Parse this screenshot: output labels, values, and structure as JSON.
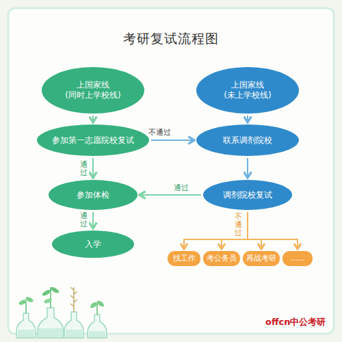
{
  "diagram": {
    "title": "考研复试流程图",
    "nodes": [
      {
        "text": [
          "上国家线",
          "(同时上学校线)"
        ]
      },
      {
        "text": [
          "上国家线",
          "(未上学校线)"
        ]
      },
      {
        "text": [
          "参加第一志愿院校复试"
        ]
      },
      {
        "text": [
          "联系调剂院校"
        ]
      },
      {
        "text": [
          "参加体检"
        ]
      },
      {
        "text": [
          "调剂院校复试"
        ]
      },
      {
        "text": [
          "入学"
        ]
      },
      {
        "text": [
          "找工作"
        ]
      },
      {
        "text": [
          "考公务员"
        ]
      },
      {
        "text": [
          "再战考研"
        ]
      },
      {
        "text": [
          "......"
        ]
      }
    ],
    "edges": [
      {
        "from": 0,
        "to": 2,
        "arrow": "to"
      },
      {
        "from": 2,
        "to": 3,
        "label": "不通过",
        "arrow": "to"
      },
      {
        "from": 1,
        "to": 3,
        "arrow": "to"
      },
      {
        "from": 3,
        "to": 5,
        "arrow": "to"
      },
      {
        "from": 2,
        "to": 4,
        "label": "通过",
        "arrow": "to"
      },
      {
        "from": 5,
        "to": 4,
        "label": "通过",
        "arrow": "to"
      },
      {
        "from": 4,
        "to": 6,
        "label": "通过",
        "arrow": "to"
      },
      {
        "from": 5,
        "to": 7,
        "label": "不通过",
        "arrow": "to"
      },
      {
        "from": 5,
        "to": 8,
        "arrow": "to"
      },
      {
        "from": 5,
        "to": 9,
        "arrow": "to"
      },
      {
        "from": 5,
        "to": 10,
        "arrow": "to"
      }
    ],
    "labels": [
      "offcn中公考研"
    ]
  }
}
